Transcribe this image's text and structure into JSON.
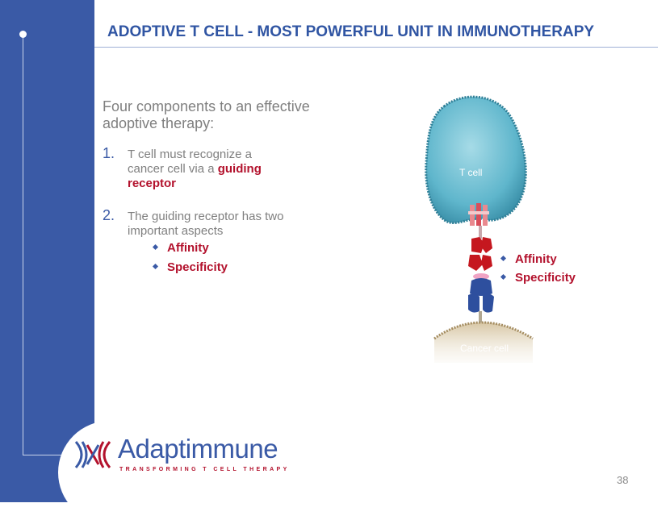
{
  "title": "ADOPTIVE T CELL  -  MOST POWERFUL UNIT IN IMMUNOTHERAPY",
  "intro": "Four components to an effective adoptive therapy:",
  "items": [
    {
      "num": "1.",
      "text_before": "T cell must recognize a cancer cell via a",
      "highlight": "guiding receptor"
    },
    {
      "num": "2.",
      "text": "The guiding receptor has two important aspects"
    }
  ],
  "sub_bullets": [
    "Affinity",
    "Specificity"
  ],
  "diagram": {
    "t_cell_label": "T cell",
    "cancer_cell_label": "Cancer  cell",
    "labels": [
      "Affinity",
      "Specificity"
    ]
  },
  "logo": {
    "name": "Adaptimmune",
    "tagline": "TRANSFORMING T CELL THERAPY"
  },
  "page_number": "38",
  "colors": {
    "brand_blue": "#3a5aa6",
    "accent_red": "#b3122d",
    "cell_teal": "#5fb6cc"
  }
}
